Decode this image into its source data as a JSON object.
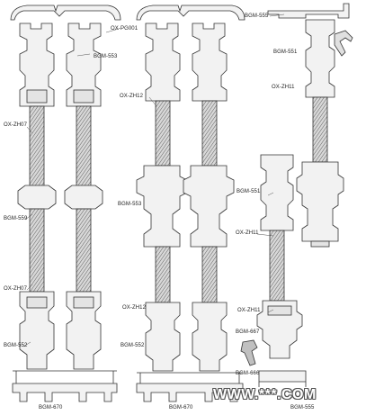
{
  "drawing_title": "",
  "profiles": {
    "a1": "OX-PG001",
    "a2": "BGM-553",
    "a3": "OX-ZH07",
    "a4": "BGM-559",
    "a5": "OX-ZH07",
    "a6": "BGM-552",
    "a7": "BGM-670",
    "b1": "OX-ZH12",
    "b2": "BGM-553",
    "b3": "OX-ZH12",
    "b4": "BGM-552",
    "b5": "BGM-670",
    "c1": "BGM-555",
    "c2": "BGM-551",
    "c3": "OX-ZH11",
    "c4": "BGM-551",
    "c5": "OX-ZH11",
    "c6": "OX-ZH11",
    "c7": "BGM-667",
    "c8": "BGM-666",
    "c9": "BGM-555"
  },
  "watermark": "WWW.***.COM",
  "colors": {
    "stroke": "#333333",
    "profile_fill": "#f2f2f2",
    "glass_fill": "#c8c8c8",
    "hatch": "#6a6a6a"
  }
}
